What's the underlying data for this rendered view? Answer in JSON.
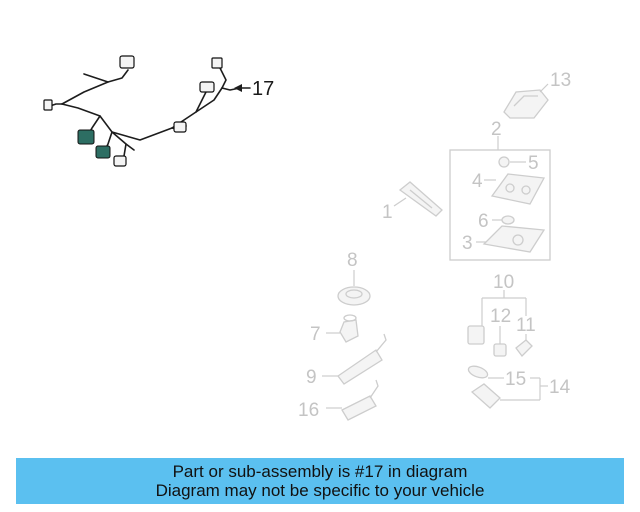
{
  "diagram": {
    "callouts": {
      "c1": "1",
      "c2": "2",
      "c3": "3",
      "c4": "4",
      "c5": "5",
      "c6": "6",
      "c7": "7",
      "c8": "8",
      "c9": "9",
      "c10": "10",
      "c11": "11",
      "c12": "12",
      "c13": "13",
      "c14": "14",
      "c15": "15",
      "c16": "16",
      "c17": "17"
    },
    "highlight_color": "#1a1a1a",
    "faded_color": "#cdcdcd"
  },
  "banner": {
    "line1": "Part or sub-assembly is #17 in diagram",
    "line2": "Diagram may not be specific to your vehicle",
    "color": "#5bc0f0"
  }
}
